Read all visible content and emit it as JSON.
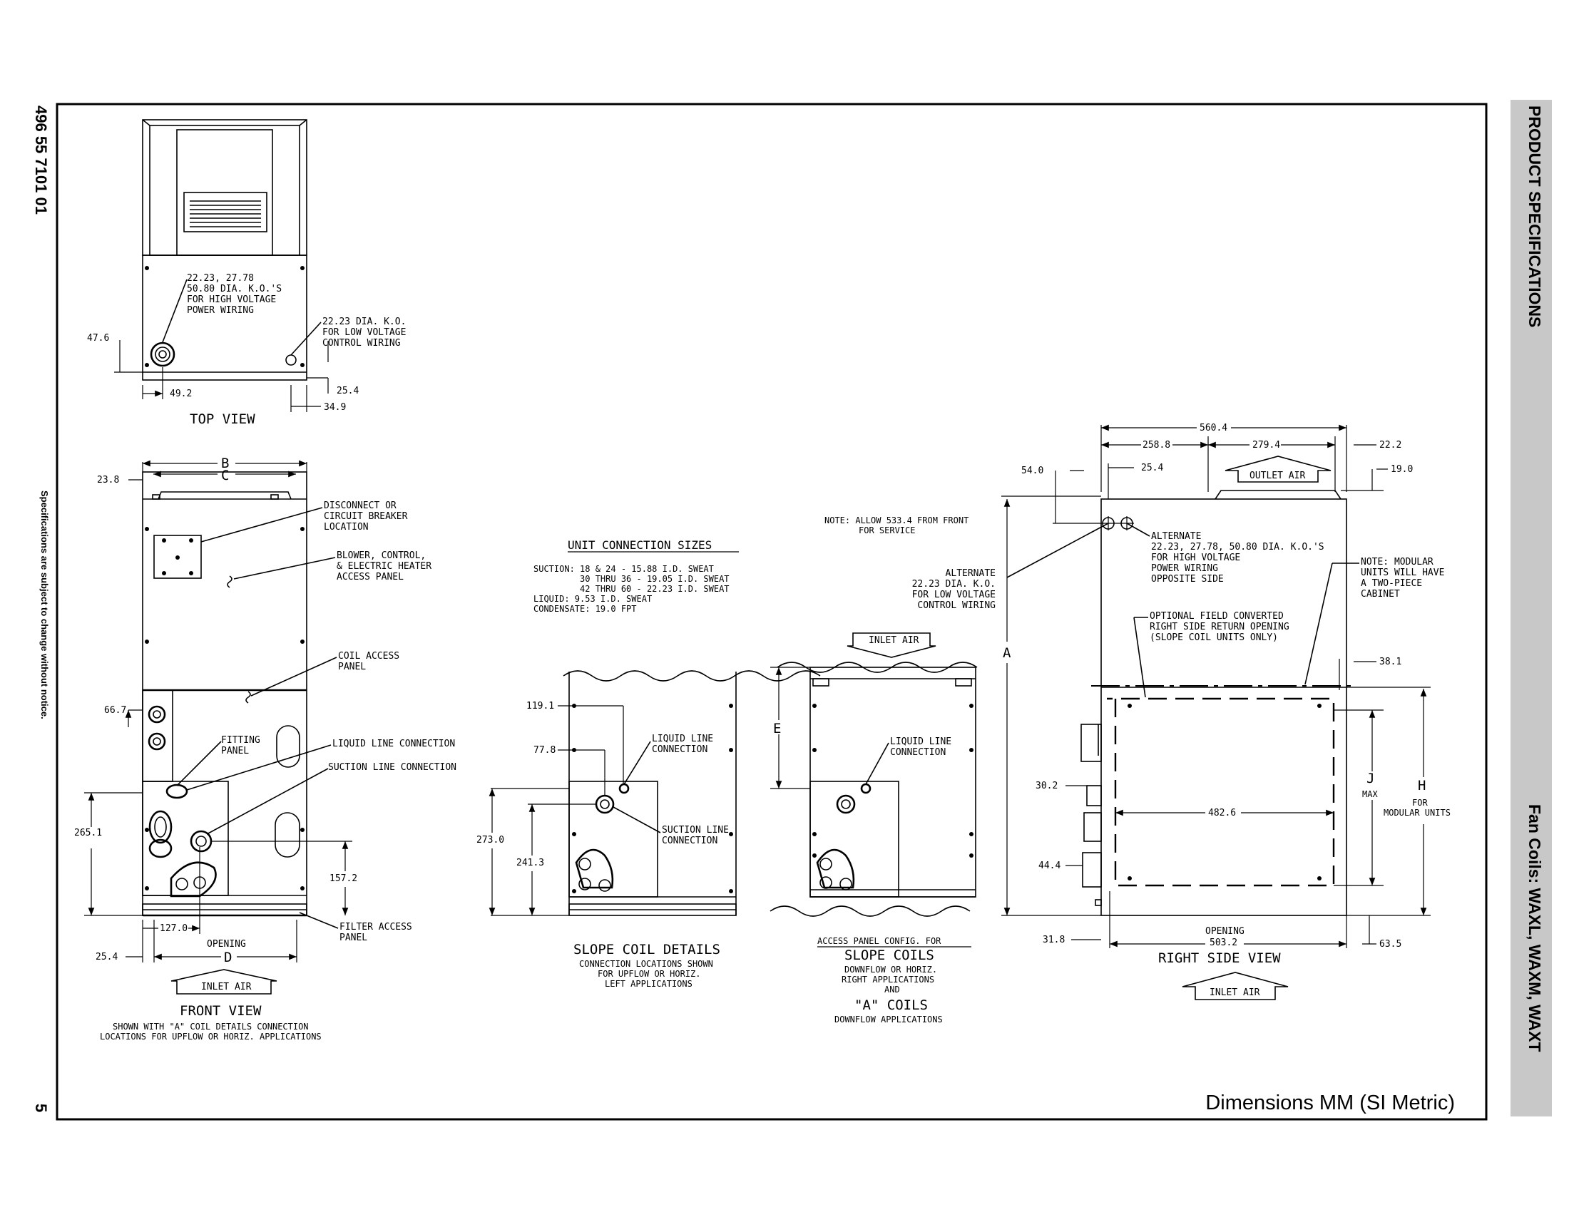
{
  "sidebar": {
    "product_specs": "PRODUCT SPECIFICATIONS",
    "model_line": "Fan Coils: WAXL, WAXM, WAXT"
  },
  "margin": {
    "doc_number": "496 55 7101 01",
    "disclaimer": "Specifications are subject to change without notice.",
    "page_number": "5"
  },
  "footer": {
    "units_caption": "Dimensions MM (SI Metric)"
  },
  "top_view": {
    "title": "TOP VIEW",
    "hv_note": [
      "22.23, 27.78",
      "50.80 DIA. K.O.'S",
      "FOR HIGH VOLTAGE",
      "POWER WIRING"
    ],
    "lv_note": [
      "22.23 DIA. K.O.",
      "FOR LOW VOLTAGE",
      "CONTROL WIRING"
    ],
    "dims": {
      "d476": "47.6",
      "d492": "49.2",
      "d254": "25.4",
      "d349": "34.9"
    }
  },
  "front_view": {
    "title": "FRONT VIEW",
    "subtitle": [
      "SHOWN WITH \"A\" COIL DETAILS CONNECTION",
      "LOCATIONS FOR UPFLOW OR HORIZ. APPLICATIONS"
    ],
    "labels": {
      "B": "B",
      "C": "C",
      "D": "D",
      "disconnect": [
        "DISCONNECT OR",
        "CIRCUIT BREAKER",
        "LOCATION"
      ],
      "blower": [
        "BLOWER, CONTROL,",
        "& ELECTRIC HEATER",
        "ACCESS PANEL"
      ],
      "coil_access": [
        "COIL ACCESS",
        "PANEL"
      ],
      "fitting": [
        "FITTING",
        "PANEL"
      ],
      "liquid": "LIQUID LINE CONNECTION",
      "suction": "SUCTION LINE CONNECTION",
      "filter": [
        "FILTER ACCESS",
        "PANEL"
      ],
      "opening": "OPENING",
      "inlet": "INLET AIR"
    },
    "dims": {
      "d238": "23.8",
      "d667": "66.7",
      "d2651": "265.1",
      "d1572": "157.2",
      "d1270": "127.0",
      "d254": "25.4"
    }
  },
  "connection_sizes": {
    "title": "UNIT CONNECTION SIZES",
    "lines": [
      "SUCTION: 18 & 24 - 15.88 I.D. SWEAT",
      "         30 THRU 36 - 19.05 I.D. SWEAT",
      "         42 THRU 60 - 22.23 I.D. SWEAT",
      "LIQUID: 9.53 I.D. SWEAT",
      "CONDENSATE: 19.0 FPT"
    ]
  },
  "slope_coil": {
    "title": "SLOPE COIL DETAILS",
    "subtitle": [
      "CONNECTION LOCATIONS SHOWN",
      "FOR UPFLOW OR HORIZ.",
      "LEFT APPLICATIONS"
    ],
    "liquid": [
      "LIQUID LINE",
      "CONNECTION"
    ],
    "suction": [
      "SUCTION LINE",
      "CONNECTION"
    ],
    "dims": {
      "d1191": "119.1",
      "d778": "77.8",
      "d2730": "273.0",
      "d2413": "241.3"
    }
  },
  "access_panel": {
    "note": [
      "NOTE: ALLOW 533.4 FROM FRONT",
      "FOR SERVICE"
    ],
    "inlet": "INLET AIR",
    "E": "E",
    "liquid": [
      "LIQUID LINE",
      "CONNECTION"
    ],
    "title": "ACCESS PANEL CONFIG. FOR",
    "slope": "SLOPE COILS",
    "slope_sub": [
      "DOWNFLOW OR HORIZ.",
      "RIGHT APPLICATIONS",
      "AND"
    ],
    "a_coils": "\"A\" COILS",
    "a_sub": "DOWNFLOW APPLICATIONS"
  },
  "right_side": {
    "title": "RIGHT SIDE VIEW",
    "outlet": "OUTLET AIR",
    "inlet": "INLET AIR",
    "alt_lv": [
      "ALTERNATE",
      "22.23 DIA. K.O.",
      "FOR LOW VOLTAGE",
      "CONTROL WIRING"
    ],
    "alt_hv": [
      "ALTERNATE",
      "22.23, 27.78, 50.80 DIA. K.O.'S",
      "FOR HIGH VOLTAGE",
      "POWER WIRING",
      "OPPOSITE SIDE"
    ],
    "modular_note": [
      "NOTE: MODULAR",
      "UNITS WILL HAVE",
      "A TWO-PIECE",
      "CABINET"
    ],
    "optional": [
      "OPTIONAL FIELD CONVERTED",
      "RIGHT SIDE RETURN OPENING",
      "(SLOPE COIL UNITS ONLY)"
    ],
    "A": "A",
    "J": "J",
    "MAX": "MAX",
    "H": "H",
    "for_modular": [
      "FOR",
      "MODULAR UNITS"
    ],
    "opening": "OPENING",
    "dims": {
      "d5604": "560.4",
      "d2588": "258.8",
      "d2794": "279.4",
      "d222": "22.2",
      "d540": "54.0",
      "d254": "25.4",
      "d190": "19.0",
      "d381": "38.1",
      "d302": "30.2",
      "d4826": "482.6",
      "d444": "44.4",
      "d318": "31.8",
      "d5032": "503.2",
      "d635": "63.5"
    }
  }
}
